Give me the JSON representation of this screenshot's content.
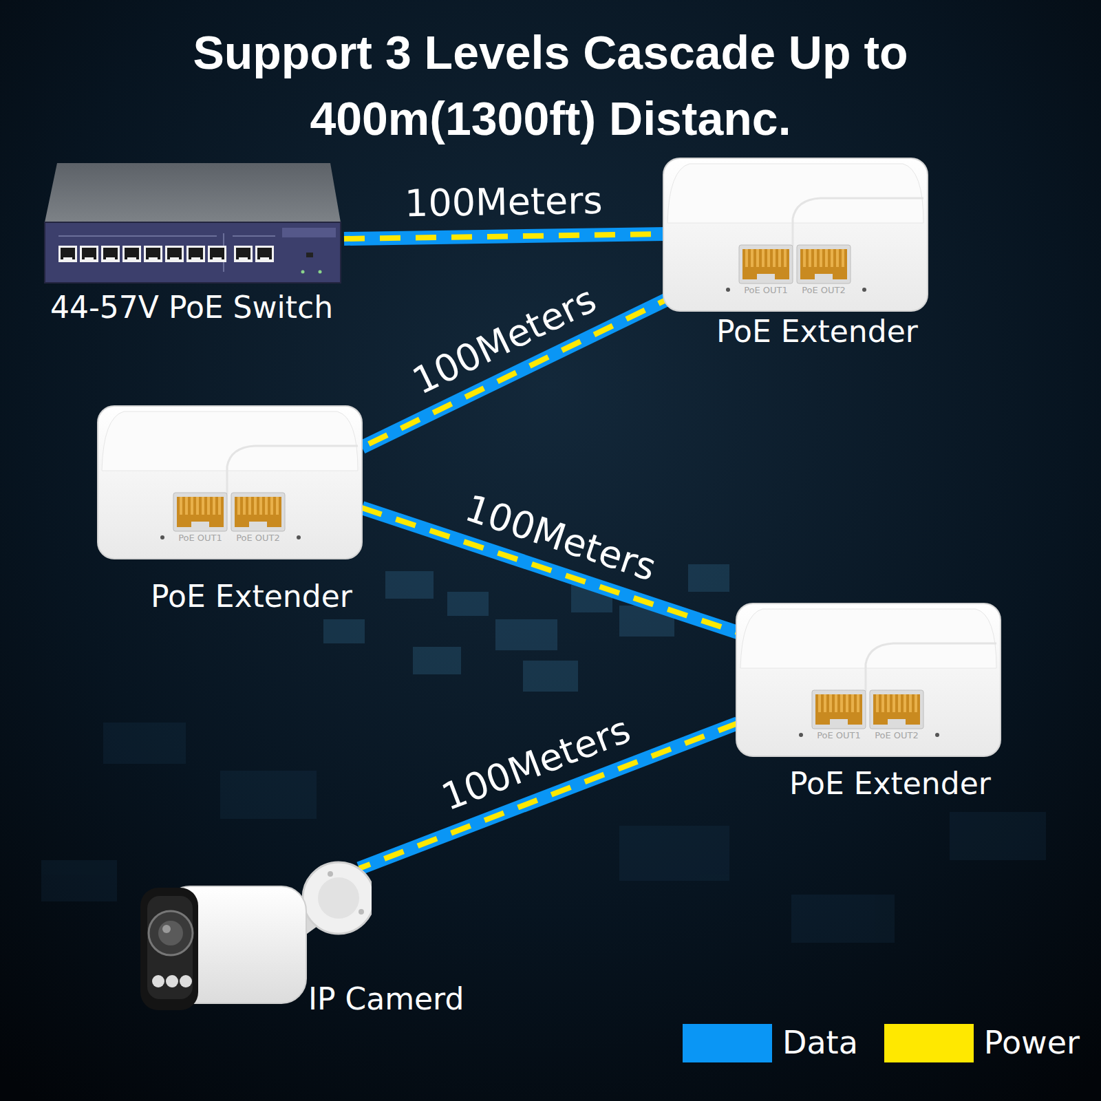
{
  "diagram": {
    "title": "Support 3 Levels Cascade Up to 400m(1300ft) Distanc.",
    "nodes": [
      {
        "text": [
          "44-57V PoE Switch"
        ]
      },
      {
        "text": [
          "PoE OUT1",
          "PoE OUT2",
          "PoE Extender"
        ]
      },
      {
        "text": [
          "PoE OUT1",
          "PoE OUT2",
          "PoE Extender"
        ]
      },
      {
        "text": [
          "PoE OUT1",
          "PoE OUT2",
          "PoE Extender"
        ]
      },
      {
        "text": [
          "IP Camerd"
        ]
      }
    ],
    "edges": [
      {
        "from": 0,
        "to": 1,
        "label": "100Meters",
        "arrow": "none"
      },
      {
        "from": 1,
        "to": 2,
        "label": "100Meters",
        "arrow": "none"
      },
      {
        "from": 2,
        "to": 3,
        "label": "100Meters",
        "arrow": "none"
      },
      {
        "from": 3,
        "to": 4,
        "label": "100Meters",
        "arrow": "none"
      }
    ],
    "legend": [
      {
        "text": "Data",
        "color": "#0a96f5"
      },
      {
        "text": "Power",
        "color": "#ffe800"
      }
    ]
  }
}
